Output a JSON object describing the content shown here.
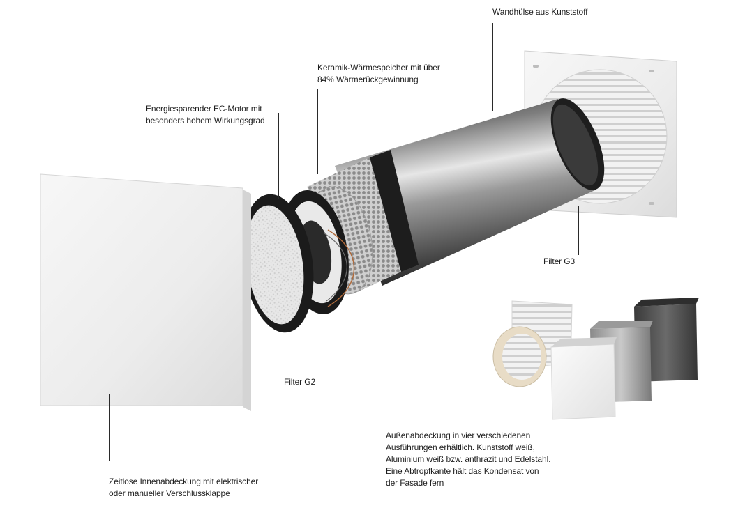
{
  "labels": {
    "wall_sleeve": "Wandhülse aus Kunststoff",
    "ceramic": "Keramik-Wärmespeicher mit über\n84% Wärmerückgewinnung",
    "motor": "Energiesparender EC-Motor mit\nbesonders hohem Wirkungsgrad",
    "filter_g3": "Filter G3",
    "filter_g2": "Filter G2",
    "inner_cover": "Zeitlose Innenabdeckung mit elektrischer\noder manueller Verschlussklappe",
    "outer_cover": "Außenabdeckung in vier verschiedenen\nAusführungen erhältlich. Kunststoff weiß,\nAluminium weiß bzw. anthrazit und Edelstahl.\nEine Abtropfkante hält das Kondensat von\nder Fasade fern"
  },
  "colors": {
    "cover_white": "#eeeeee",
    "steel": "#6e6e6e",
    "anthracite": "#4d4d4d",
    "leader": "#2a2a2a"
  }
}
